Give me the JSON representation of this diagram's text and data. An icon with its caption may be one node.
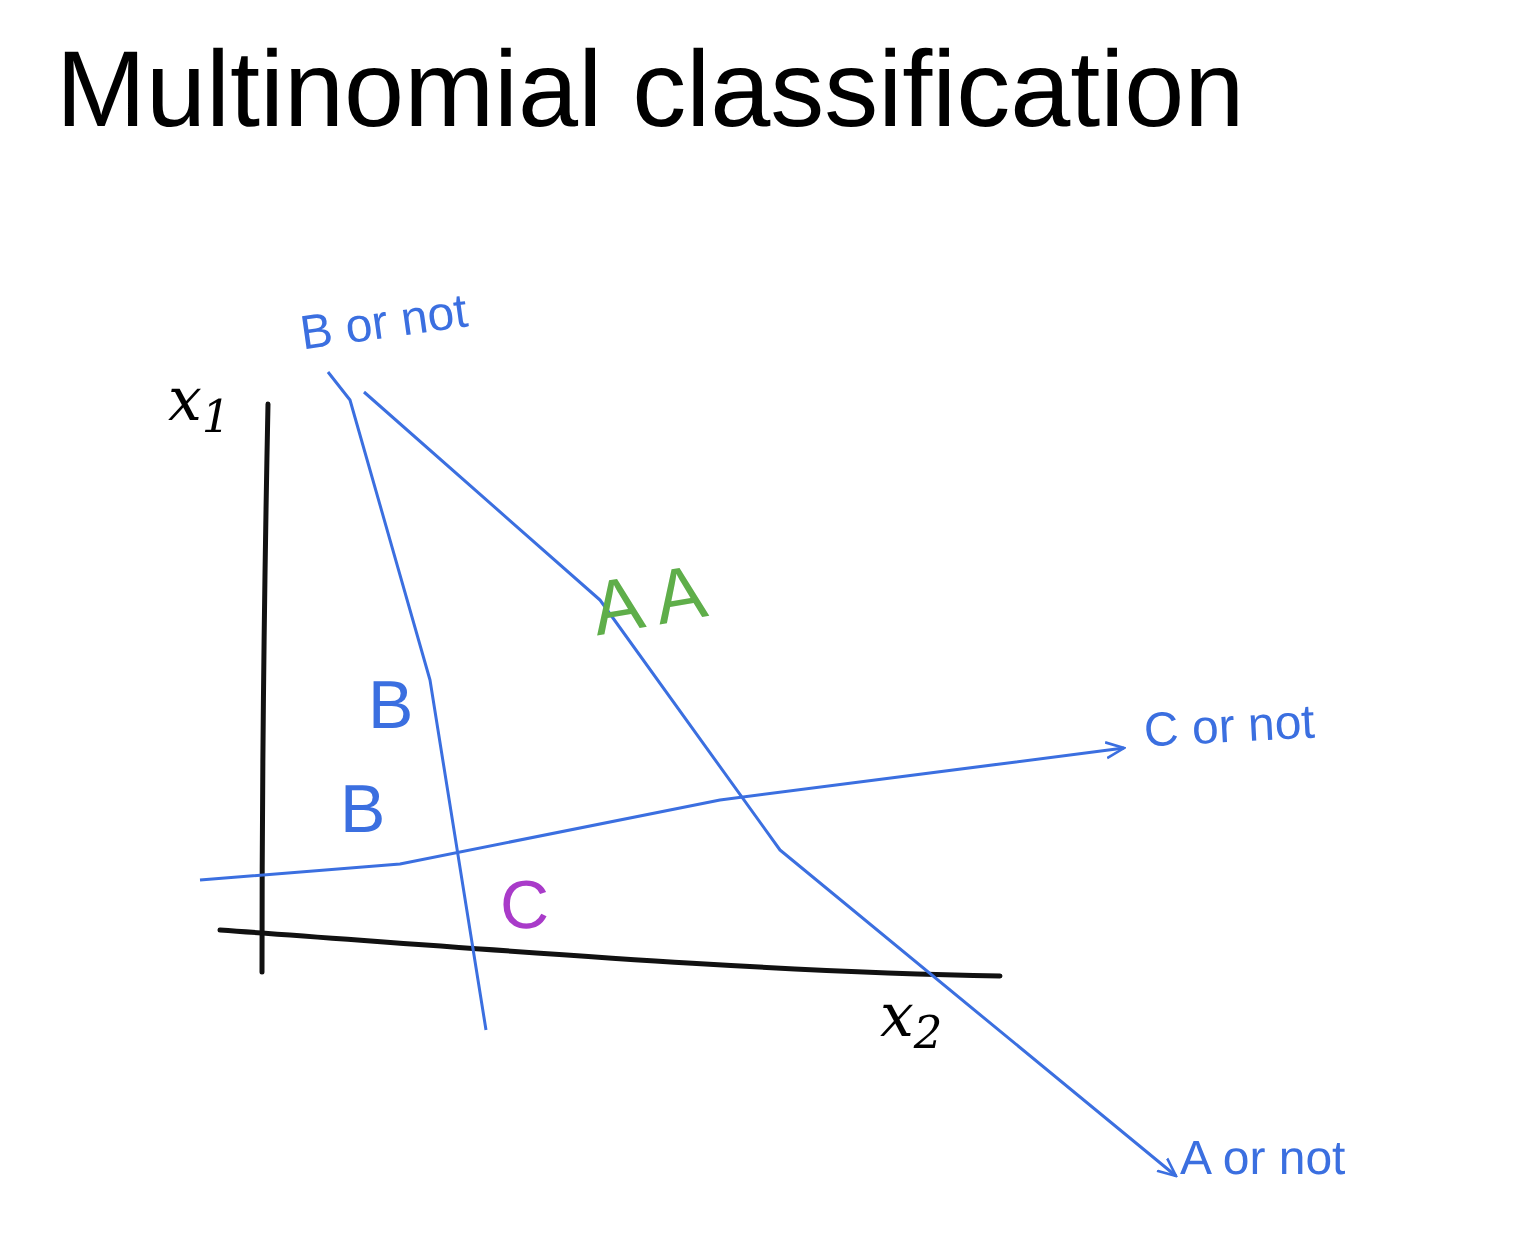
{
  "diagram": {
    "title": "Multinomial classification",
    "nodes": [
      {
        "text": [
          "B or not"
        ]
      },
      {
        "text": [
          "C or not"
        ]
      },
      {
        "text": [
          "A or not"
        ]
      }
    ],
    "edges": [
      {
        "from": 0,
        "to": null,
        "arrow": "none"
      },
      {
        "from": null,
        "to": 1,
        "arrow": "to"
      },
      {
        "from": 0,
        "to": 2,
        "arrow": "to"
      }
    ],
    "labels": [
      "x$_{1}$",
      "x$_{2}$",
      "A A",
      "B",
      "B",
      "C"
    ]
  }
}
